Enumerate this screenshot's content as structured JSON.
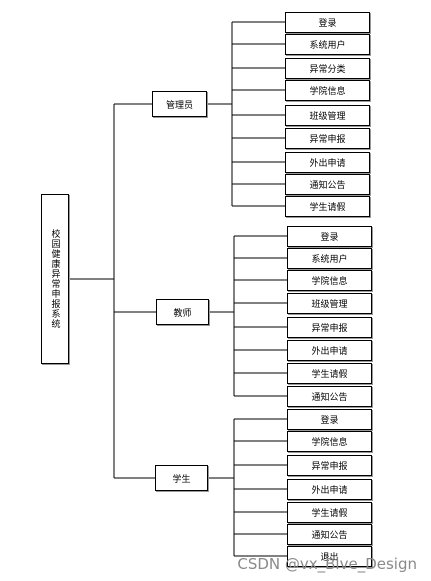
{
  "root": "校园健康异常申报系统",
  "roles": [
    {
      "label": "管理员",
      "items": [
        "登录",
        "系统用户",
        "异常分类",
        "学院信息",
        "班级管理",
        "异常申报",
        "外出申请",
        "通知公告",
        "学生请假"
      ]
    },
    {
      "label": "教师",
      "items": [
        "登录",
        "系统用户",
        "学院信息",
        "班级管理",
        "异常申报",
        "外出申请",
        "学生请假",
        "通知公告"
      ]
    },
    {
      "label": "学生",
      "items": [
        "登录",
        "学院信息",
        "异常申报",
        "外出申请",
        "学生请假",
        "通知公告",
        "退出"
      ]
    }
  ],
  "watermark": "CSDN @vx_Bive_Design"
}
